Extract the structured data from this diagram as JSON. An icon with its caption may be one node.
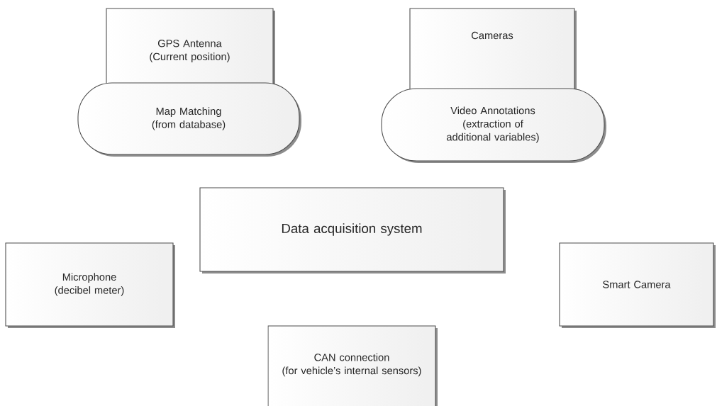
{
  "diagram": {
    "nodes": [
      {
        "text": [
          "GPS Antenna",
          "(Current position)"
        ]
      },
      {
        "text": [
          "Map Matching",
          "(from database)"
        ]
      },
      {
        "text": [
          "Cameras"
        ]
      },
      {
        "text": [
          "Video Annotations",
          "(extraction of additional variables)"
        ]
      },
      {
        "text": [
          "Data acquisition system"
        ]
      },
      {
        "text": [
          "Microphone",
          "(decibel meter)"
        ]
      },
      {
        "text": [
          "Smart Camera"
        ]
      },
      {
        "text": [
          "CAN connection",
          "(for vehicle’s internal sensors)"
        ]
      }
    ]
  }
}
